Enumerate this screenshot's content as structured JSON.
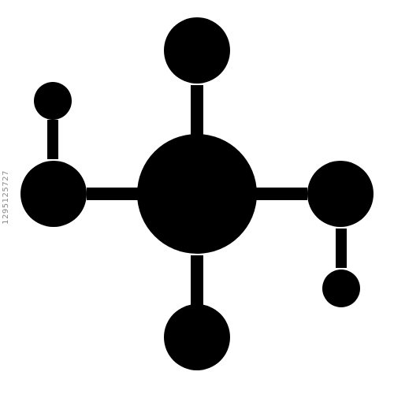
{
  "icon": {
    "name": "molecule-network-icon",
    "fill_color": "#000000",
    "background_color": "#ffffff",
    "nodes": [
      "hub-node",
      "top-node",
      "bottom-node",
      "left-node",
      "left-satellite-node",
      "right-node",
      "right-satellite-node"
    ]
  },
  "side_label": {
    "text": "1295125727",
    "color": "#8a8a8a"
  }
}
